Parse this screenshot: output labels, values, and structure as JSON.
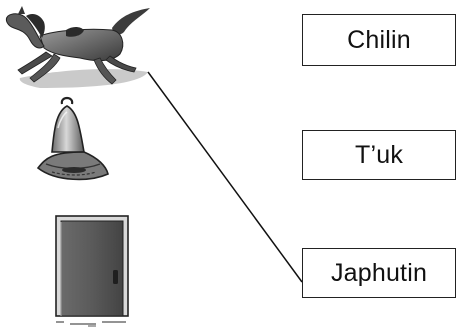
{
  "worksheet": {
    "words": [
      {
        "label": "Chilin"
      },
      {
        "label": "T’uk"
      },
      {
        "label": "Japhutin"
      }
    ],
    "pictures": [
      {
        "icon": "horse-icon"
      },
      {
        "icon": "bell-icon"
      },
      {
        "icon": "door-icon"
      }
    ],
    "match_line": {
      "from_picture": "horse-icon",
      "to_word": "Japhutin"
    }
  }
}
